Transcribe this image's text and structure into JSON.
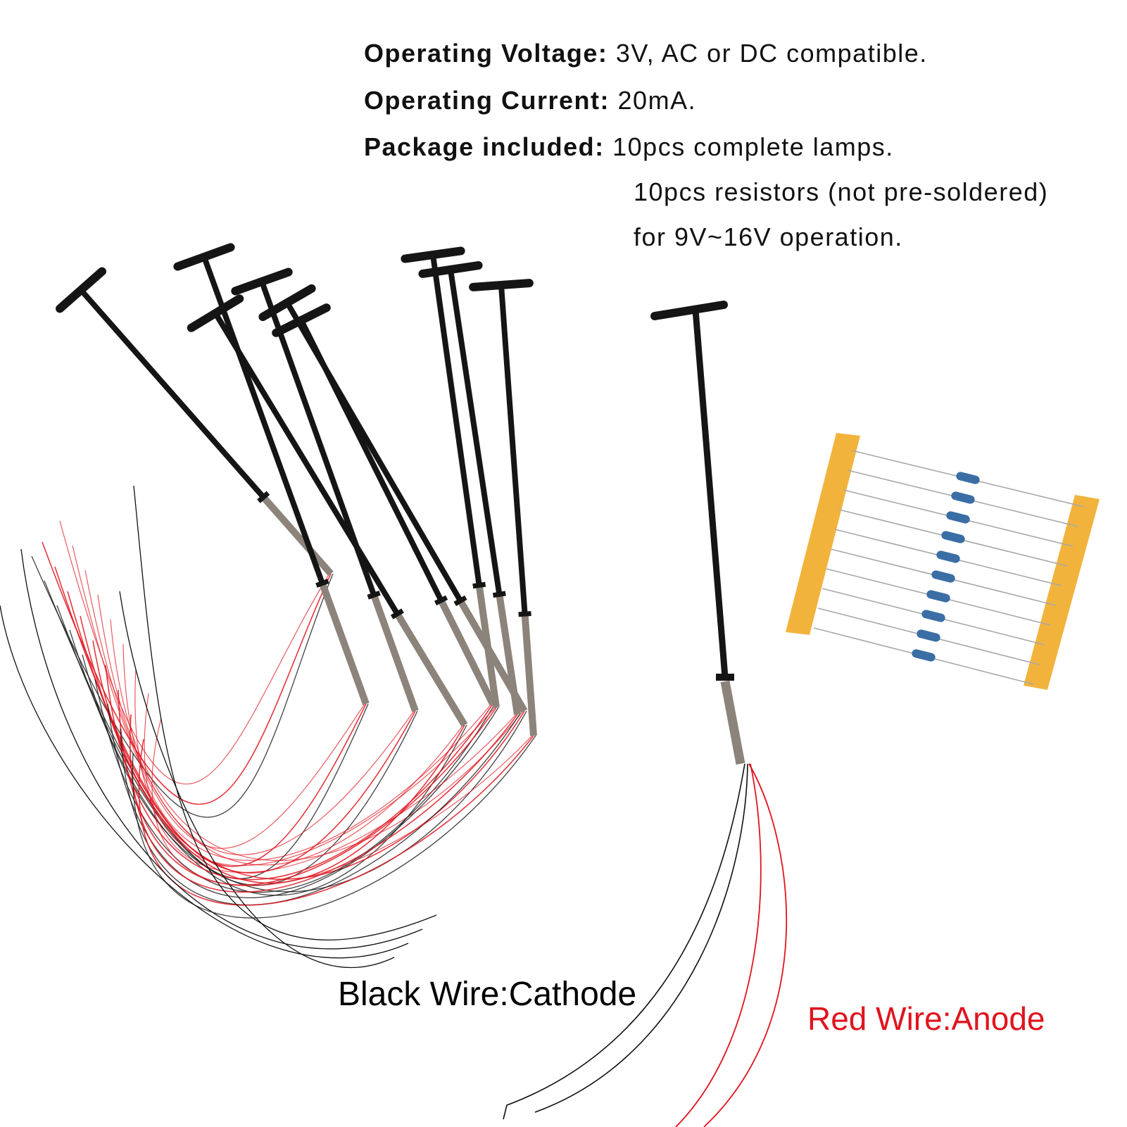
{
  "specs": {
    "voltage_label": "Operating Voltage:",
    "voltage_value": "3V, AC or DC compatible.",
    "current_label": "Operating Current:",
    "current_value": "20mA.",
    "package_label": "Package included:",
    "package_lines": [
      "10pcs complete lamps.",
      "10pcs resistors (not pre-soldered)",
      "for 9V~16V operation."
    ]
  },
  "labels": {
    "black_wire": "Black Wire:Cathode",
    "red_wire": "Red Wire:Anode"
  },
  "colors": {
    "red_wire": "#e0141e",
    "black_wire": "#111111",
    "tape": "#f2b33d",
    "resistor": "#3a6ea5",
    "pole": "#151515",
    "sleeve": "#8c837b"
  }
}
